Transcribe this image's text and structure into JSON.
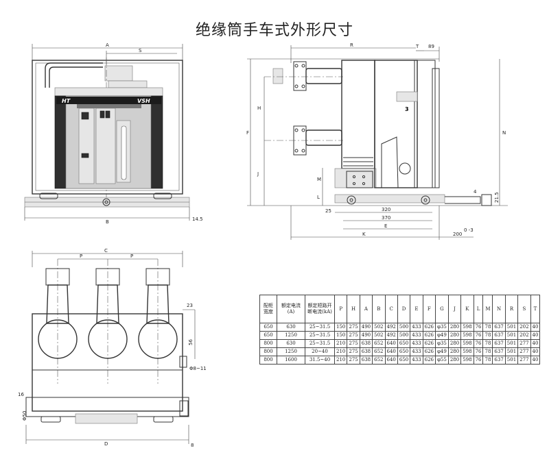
{
  "title": "绝缘筒手车式外形尺寸",
  "labels": {
    "A": "A",
    "S": "S",
    "B": "B",
    "d145": "14.5",
    "R": "R",
    "T": "T",
    "d89": "89",
    "H": "H",
    "F": "F",
    "J": "J",
    "N": "N",
    "M": "M",
    "L": "L",
    "d25": "25",
    "d320": "320",
    "d370": "370",
    "E": "E",
    "K": "K",
    "d200": "200",
    "d200tol": "0 -3",
    "d4": "4",
    "d215": "21.5",
    "P1": "P",
    "C": "C",
    "P2": "P",
    "d23": "23",
    "d56": "56",
    "d811": "Φ8~11",
    "d16": "16",
    "d50": "Φ50",
    "D": "D",
    "d8": "8",
    "brand_left": "HT",
    "brand_right": "VSH",
    "num3": "3"
  },
  "table": {
    "headers": [
      "配柜宽度",
      "额定电流(A)",
      "额定短路开断电流(kA)",
      "P",
      "H",
      "A",
      "B",
      "C",
      "D",
      "E",
      "F",
      "G",
      "J",
      "K",
      "L",
      "M",
      "N",
      "R",
      "S",
      "T"
    ],
    "rows": [
      [
        "650",
        "630",
        "25~31.5",
        "150",
        "275",
        "490",
        "502",
        "492",
        "500",
        "433",
        "626",
        "φ35",
        "280",
        "598",
        "76",
        "78",
        "637",
        "501",
        "202",
        "40"
      ],
      [
        "650",
        "1250",
        "25~31.5",
        "150",
        "275",
        "490",
        "502",
        "492",
        "500",
        "433",
        "626",
        "φ49",
        "280",
        "598",
        "76",
        "78",
        "637",
        "501",
        "202",
        "40"
      ],
      [
        "800",
        "630",
        "25~31.5",
        "210",
        "275",
        "638",
        "652",
        "640",
        "650",
        "433",
        "626",
        "φ35",
        "280",
        "598",
        "76",
        "78",
        "637",
        "501",
        "277",
        "40"
      ],
      [
        "800",
        "1250",
        "20~40",
        "210",
        "275",
        "638",
        "652",
        "640",
        "650",
        "433",
        "626",
        "φ49",
        "280",
        "598",
        "76",
        "78",
        "637",
        "501",
        "277",
        "40"
      ],
      [
        "800",
        "1600",
        "31.5~40",
        "210",
        "275",
        "638",
        "652",
        "640",
        "650",
        "433",
        "626",
        "φ55",
        "280",
        "598",
        "76",
        "78",
        "637",
        "501",
        "277",
        "40"
      ]
    ]
  }
}
